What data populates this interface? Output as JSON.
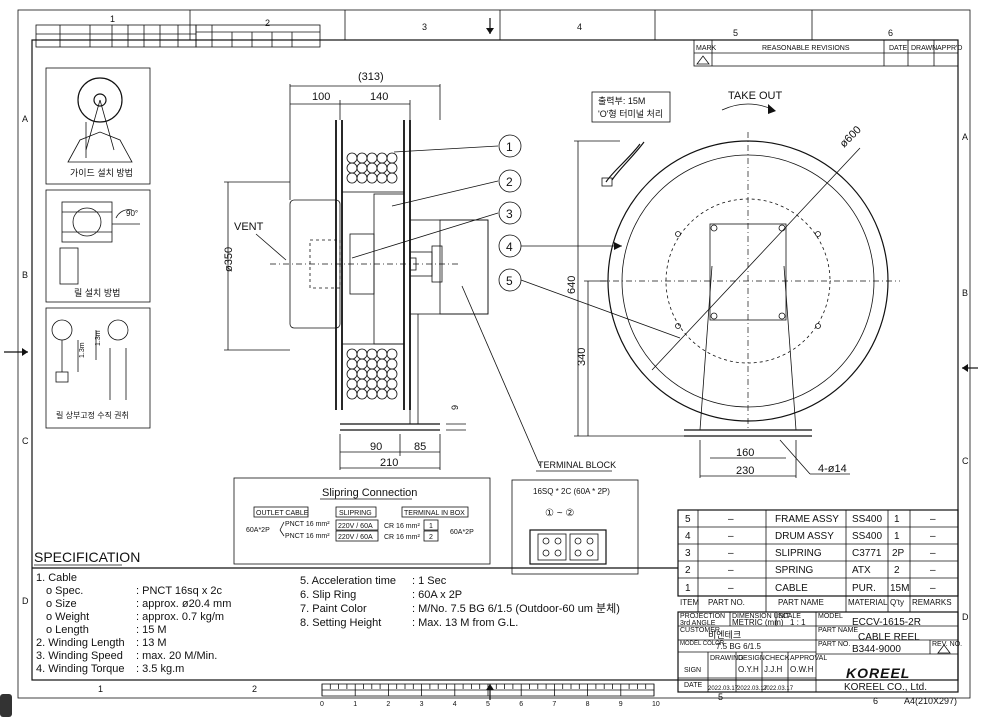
{
  "frame": {
    "col_markers": [
      "1",
      "2",
      "3",
      "4",
      "5",
      "6"
    ],
    "row_markers": [
      "A",
      "B",
      "C",
      "D"
    ]
  },
  "revisions": {
    "mark": "MARK",
    "title": "REASONABLE REVISIONS",
    "date": "DATE",
    "drawn": "DRAWN",
    "apprd": "APPR'D"
  },
  "guides": {
    "guide1": "가이드 설치 방법",
    "guide2": "릴 설치 방법",
    "guide3": "릴 상부고정 수직 권취",
    "angle": "90°",
    "h1": "1.3m",
    "h2": "1.3m"
  },
  "side_view": {
    "overall": "(313)",
    "d100": "100",
    "d140": "140",
    "vent": "VENT",
    "dia350": "ø350",
    "d9": "9",
    "d90": "90",
    "d85": "85",
    "d210": "210"
  },
  "front_view": {
    "outlet_note1": "출력부: 15M",
    "outlet_note2": "'O'형 터미널 처리",
    "take_out": "TAKE OUT",
    "dia600": "ø600",
    "d640": "640",
    "d340": "340",
    "d160": "160",
    "d230": "230",
    "holes": "4-ø14"
  },
  "balloons": [
    "1",
    "2",
    "3",
    "4",
    "5"
  ],
  "slipring": {
    "title": "Slipring Connection",
    "outlet_cable": "OUTLET CABLE",
    "slipring": "SLIPRING",
    "terminal_box": "TERMINAL IN BOX",
    "a1": "60A*2P",
    "pnct1": "PNCT 16 mm²",
    "pnct2": "PNCT 16 mm²",
    "v1": "220V / 60A",
    "v2": "220V / 60A",
    "cr1": "CR 16 mm²",
    "cr2": "CR 16 mm²",
    "t1": "1",
    "t2": "2",
    "a2": "60A*2P"
  },
  "terminal_block": {
    "title": "TERMINAL BLOCK",
    "spec": "16SQ * 2C (60A * 2P)",
    "range": "① ~ ②"
  },
  "spec": {
    "heading": "SPECIFICATION",
    "left": [
      {
        "label": "1. Cable",
        "value": ""
      },
      {
        "label": "o Spec.",
        "value": ":  PNCT  16sq x 2c"
      },
      {
        "label": "o Size",
        "value": ":  approx.  ø20.4 mm"
      },
      {
        "label": "o Weight",
        "value": ":  approx. 0.7 kg/m"
      },
      {
        "label": "o Length",
        "value": ":  15 M"
      },
      {
        "label": "2. Winding Length",
        "value": ":  13 M"
      },
      {
        "label": "3. Winding Speed",
        "value": ":  max. 20 M/Min."
      },
      {
        "label": "4. Winding Torque",
        "value": ":  3.5 kg.m"
      }
    ],
    "right": [
      {
        "label": "5. Acceleration time",
        "value": ":  1 Sec"
      },
      {
        "label": "6. Slip Ring",
        "value": ":  60A x 2P"
      },
      {
        "label": "7. Paint Color",
        "value": ":  M/No. 7.5 BG 6/1.5 (Outdoor-60 um 분체)"
      },
      {
        "label": "8. Setting Height",
        "value": ":  Max.  13 M from G.L."
      }
    ]
  },
  "bom": {
    "rows": [
      {
        "item": "5",
        "part_no": "–",
        "name": "FRAME ASSY",
        "material": "SS400",
        "qty": "1",
        "remarks": "–"
      },
      {
        "item": "4",
        "part_no": "–",
        "name": "DRUM ASSY",
        "material": "SS400",
        "qty": "1",
        "remarks": "–"
      },
      {
        "item": "3",
        "part_no": "–",
        "name": "SLIPRING",
        "material": "C3771",
        "qty": "2P",
        "remarks": "–"
      },
      {
        "item": "2",
        "part_no": "–",
        "name": "SPRING",
        "material": "ATX",
        "qty": "2",
        "remarks": "–"
      },
      {
        "item": "1",
        "part_no": "–",
        "name": "CABLE",
        "material": "PUR.",
        "qty": "15M",
        "remarks": "–"
      }
    ],
    "headers": {
      "item": "ITEM",
      "part_no": "PART NO.",
      "name": "PART NAME",
      "material": "MATERIAL",
      "qty": "Q'ty",
      "remarks": "REMARKS"
    }
  },
  "title_block": {
    "projection": "PROJECTION",
    "projection_val": "3rd ANGLE",
    "dim_unit": "DIMENSION UNIT",
    "dim_val": "METRIC (mm)",
    "scale": "SCALE",
    "scale_val": "1 : 1",
    "model": "MODEL",
    "model_val": "ECCV-1615-2R",
    "customer": "CUSTOMER",
    "customer_val": "비엔테크",
    "model_color": "MODEL COLOR",
    "model_color_val": "7.5 BG 6/1.5",
    "part_name": "PART NAME",
    "part_name_val": "CABLE REEL",
    "part_no": "PART NO.",
    "part_no_val": "B344-9000",
    "rev_no": "REV. NO.",
    "drawing": "DRAWING",
    "design": "DESIGN",
    "check": "CHECK",
    "approval": "APPROVAL",
    "sign": "SIGN",
    "sign1": "O.Y.H",
    "sign2": "J.J.H",
    "sign3": "O.W.H",
    "date": "DATE",
    "date1": "2022.03.17",
    "date2": "2022.03.17",
    "date3": "2022.03.17",
    "company": "KOREEL CO., Ltd.",
    "logo": "KOREEL",
    "sheet_size": "A4(210X297)"
  },
  "ruler": {
    "ticks": [
      "0",
      "1",
      "2",
      "3",
      "4",
      "5",
      "6",
      "7",
      "8",
      "9",
      "10"
    ]
  }
}
